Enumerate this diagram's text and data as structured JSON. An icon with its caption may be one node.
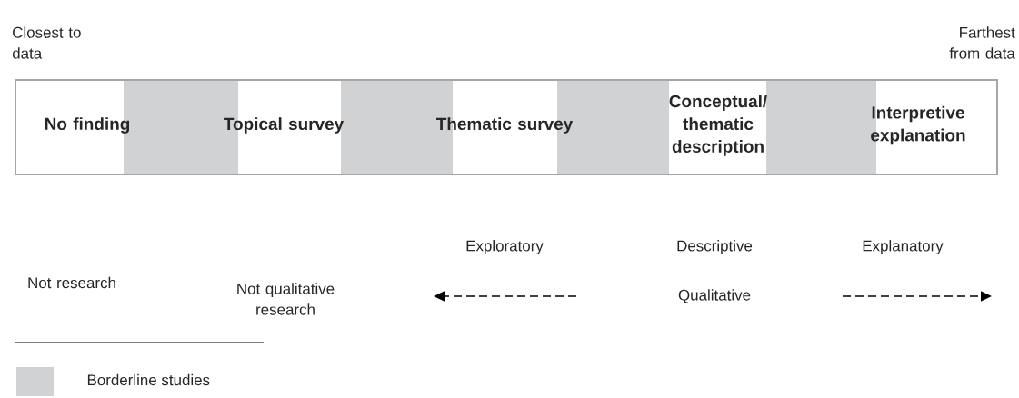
{
  "diagram": {
    "nodes": [
      {
        "text": [
          "No finding"
        ]
      },
      {
        "text": [
          "Topical survey"
        ]
      },
      {
        "text": [
          "Thematic survey"
        ]
      },
      {
        "text": [
          "Conceptual/ thematic description"
        ]
      },
      {
        "text": [
          "Interpretive explanation"
        ]
      }
    ],
    "labels": [
      "Closest to data",
      "Farthest from data",
      "Exploratory",
      "Descriptive",
      "Explanatory",
      "Not research",
      "Not qualitative research",
      "Qualitative"
    ],
    "legend": [
      {
        "text": "Borderline studies",
        "color": "#d1d2d4"
      }
    ]
  }
}
